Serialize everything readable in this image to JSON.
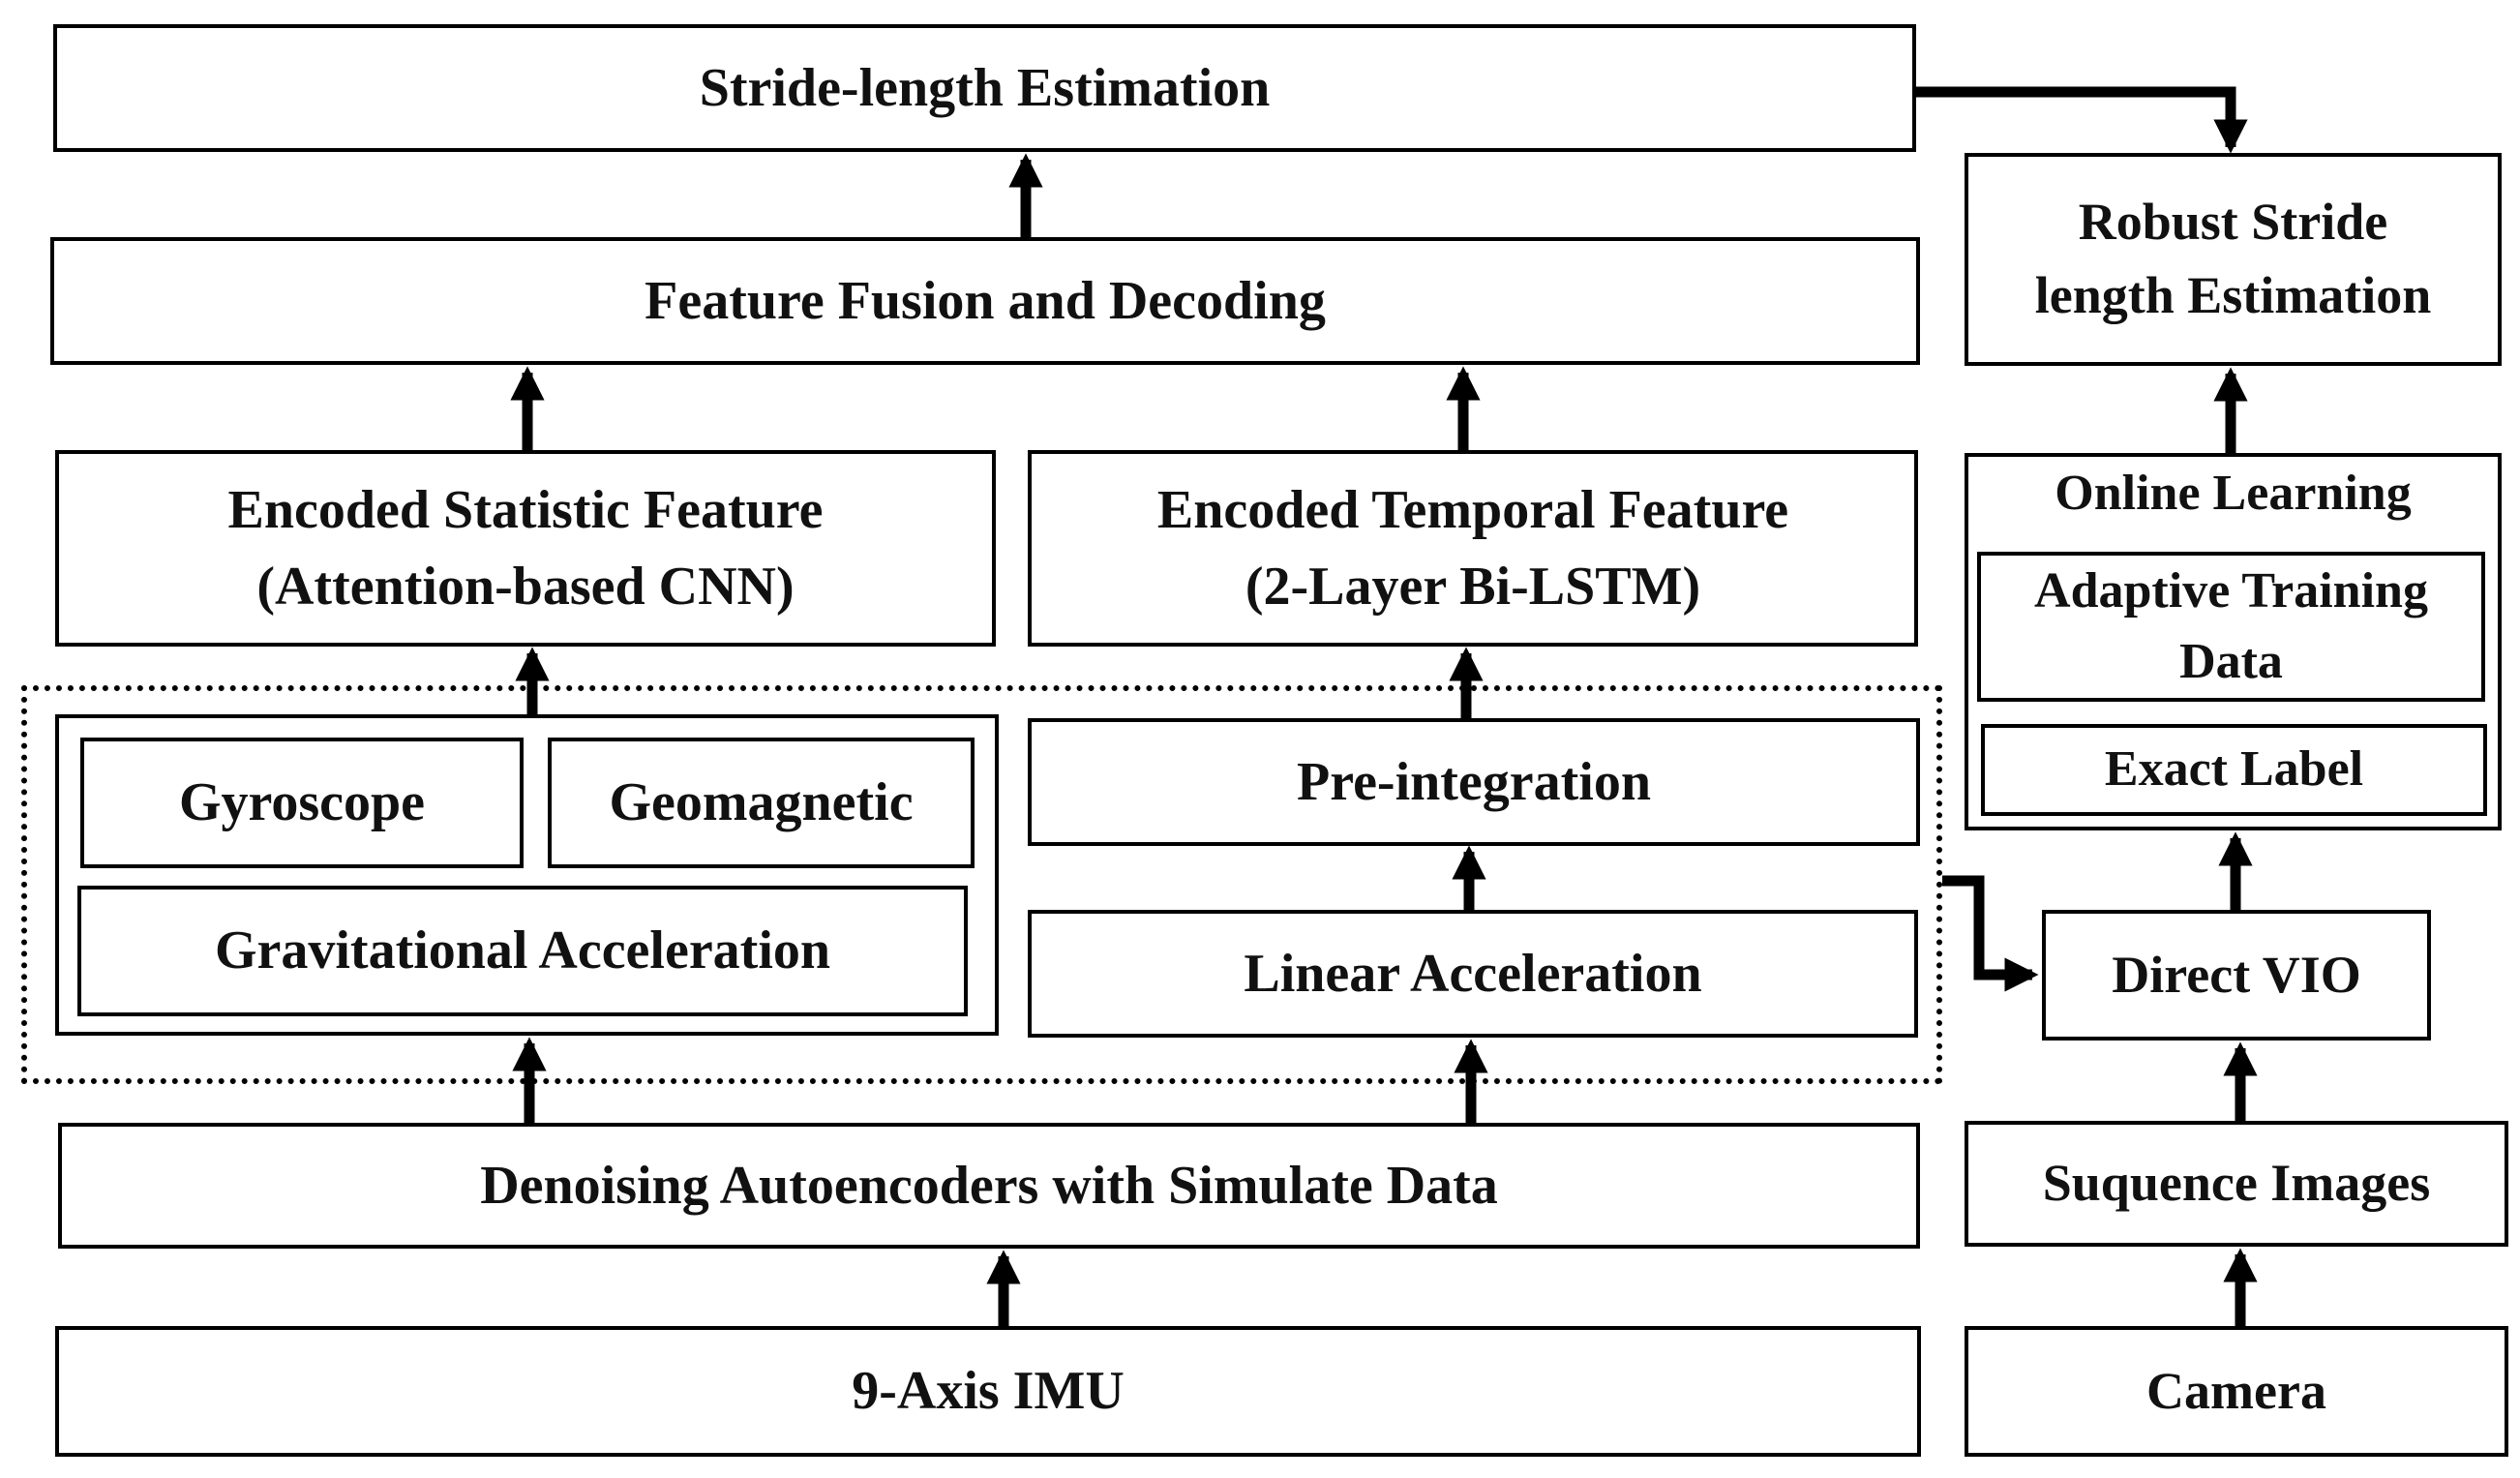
{
  "nodes": {
    "stride_estimation": "Stride-length Estimation",
    "feature_fusion": "Feature Fusion and Decoding",
    "encoded_statistic": {
      "line1": "Encoded Statistic Feature",
      "line2": "(Attention-based CNN)"
    },
    "encoded_temporal": {
      "line1": "Encoded Temporal Feature",
      "line2": "(2-Layer Bi-LSTM)"
    },
    "gyroscope": "Gyroscope",
    "geomagnetic": "Geomagnetic",
    "gravitational": "Gravitational Acceleration",
    "pre_integration": "Pre-integration",
    "linear_acceleration": "Linear Acceleration",
    "denoising": "Denoising Autoencoders with Simulate Data",
    "imu": "9-Axis IMU",
    "robust_stride": {
      "line1": "Robust Stride",
      "line2": "length Estimation"
    },
    "online_learning": "Online Learning",
    "adaptive_training": {
      "line1": "Adaptive Training",
      "line2": "Data"
    },
    "exact_label": "Exact Label",
    "direct_vio": "Direct VIO",
    "sequence_images": "Suquence Images",
    "camera": "Camera"
  }
}
